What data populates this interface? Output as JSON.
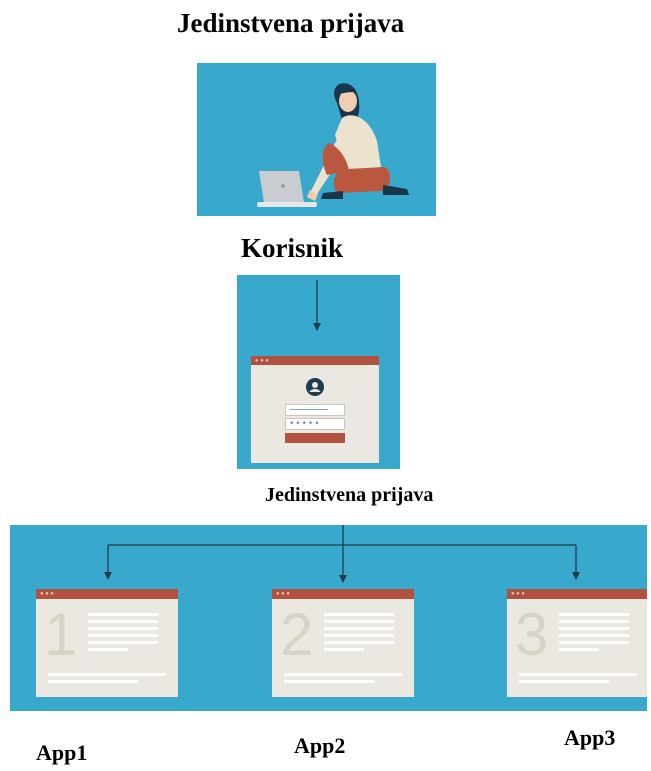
{
  "title": "Jedinstvena prijava",
  "user": {
    "label": "Korisnik"
  },
  "sso": {
    "label": "Jedinstvena prijava",
    "password_mask": "•••••"
  },
  "apps": [
    {
      "number": "1",
      "label": "App1"
    },
    {
      "number": "2",
      "label": "App2"
    },
    {
      "number": "3",
      "label": "App3"
    }
  ],
  "colors": {
    "panel_blue": "#38a9cd",
    "window_bar": "#b2513f",
    "window_body": "#eae8e0",
    "line_dark": "#1f3b4d"
  }
}
